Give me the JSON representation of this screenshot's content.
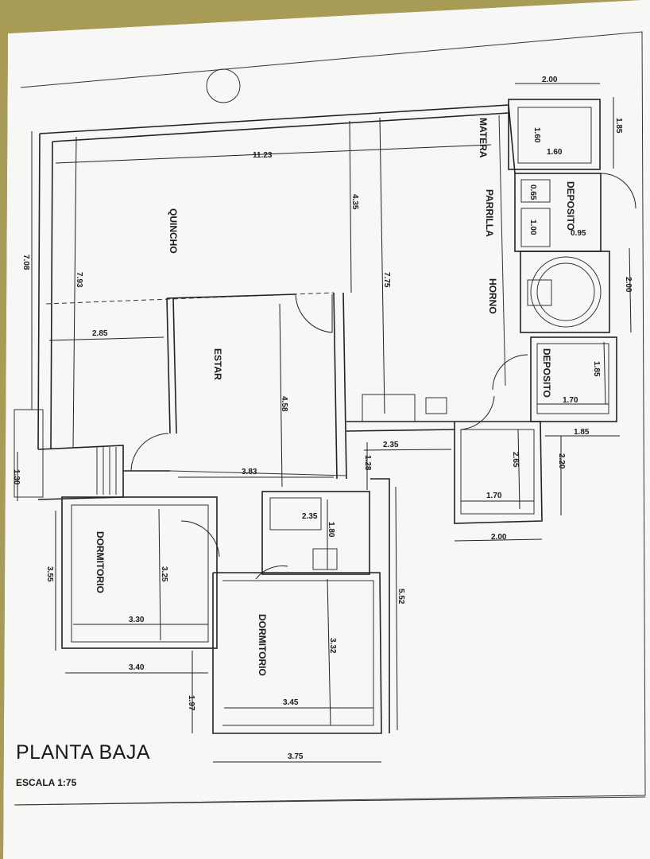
{
  "sheet": {
    "title": "PLANTA BAJA",
    "scale": "ESCALA 1:75"
  },
  "rooms": {
    "quincho": "QUINCHO",
    "estar": "ESTAR",
    "dormitorio_1": "DORMITORIO",
    "dormitorio_2": "DORMITORIO",
    "matera": "MATERA",
    "parrilla": "PARRILLA",
    "horno": "HORNO",
    "deposito_1": "DEPOSITO",
    "deposito_2": "DEPOSITO"
  },
  "dimensions": {
    "d_2_00_top": "2.00",
    "d_1_85_top": "1.85",
    "d_1_60_v": "1.60",
    "d_1_60_h": "1.60",
    "d_0_65": "0.65",
    "d_1_00": "1.00",
    "d_0_95": "0.95",
    "d_11_23": "11.23",
    "d_4_35": "4.35",
    "d_7_75": "7.75",
    "d_7_08": "7.08",
    "d_7_93": "7.93",
    "d_2_00_right": "2.00",
    "d_2_85": "2.85",
    "d_4_58": "4.58",
    "d_1_85_dep": "1.85",
    "d_1_70_dep": "1.70",
    "d_1_85_r": "1.85",
    "d_2_20": "2.20",
    "d_2_35": "2.35",
    "d_2_65": "2.65",
    "d_1_28": "1.28",
    "d_3_83": "3.83",
    "d_1_30": "1.30",
    "d_1_70_bath": "1.70",
    "d_2_00_bottom": "2.00",
    "d_2_35_bath": "2.35",
    "d_1_80": "1.80",
    "d_3_55": "3.55",
    "d_3_25": "3.25",
    "d_3_30": "3.30",
    "d_5_52": "5.52",
    "d_3_32": "3.32",
    "d_3_40": "3.40",
    "d_1_97": "1.97",
    "d_3_45": "3.45",
    "d_3_75": "3.75"
  }
}
